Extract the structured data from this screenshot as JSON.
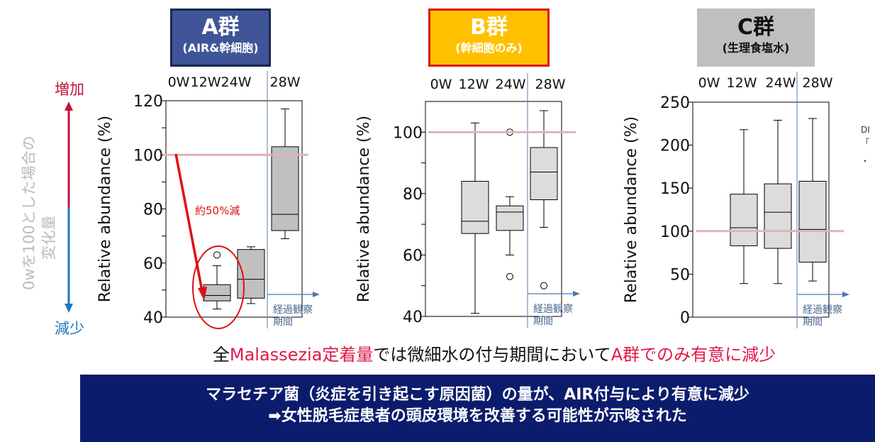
{
  "groups": [
    {
      "title": "A群",
      "subtitle": "(AIR&幹細胞)",
      "fill": "#3f5597",
      "border": "#1b2551",
      "text": "#ffffff"
    },
    {
      "title": "B群",
      "subtitle": "(幹細胞のみ)",
      "fill": "#ffc000",
      "border": "#e01010",
      "text": "#ffffff"
    },
    {
      "title": "C群",
      "subtitle": "(生理食塩水)",
      "fill": "#bfbfbf",
      "border": "#bfbfbf",
      "text": "#111111"
    }
  ],
  "side": {
    "increase": "増加",
    "decrease": "減少",
    "note_line1": "0wを100とした場合の",
    "note_line2": "変化量",
    "increase_color": "#c0143c",
    "decrease_color": "#1f77c0"
  },
  "annotation": {
    "label": "約50%減",
    "color": "#e01010"
  },
  "period_label_line1": "経過観察",
  "period_label_line2": "期間",
  "cut_text": [
    "DI",
    "「",
    "・"
  ],
  "caption": {
    "pre": "全",
    "hl1": "Malassezia定着量",
    "mid": "では微細水の付与期間において",
    "hl2": "A群でのみ有意に減少"
  },
  "banner": {
    "line1": "マラセチア菌（炎症を引き起こす原因菌）の量が、AIR付与により有意に減少",
    "line2": "➡女性脱毛症患者の頭皮環境を改善する可能性が示唆された"
  },
  "chart_data": [
    {
      "type": "box",
      "group": "A群",
      "categories": [
        "0W",
        "12W",
        "24W",
        "28W"
      ],
      "ylabel": "Relative abundance (%)",
      "ylim": [
        40,
        120
      ],
      "yticks": [
        40,
        60,
        80,
        100,
        120
      ],
      "reference_line": 100,
      "boxes": [
        {
          "category": "12W",
          "min": 43,
          "q1": 46,
          "median": 48,
          "q3": 52,
          "max": 59,
          "outliers": [
            63
          ]
        },
        {
          "category": "24W",
          "min": 45,
          "q1": 47,
          "median": 54,
          "q3": 65,
          "max": 66,
          "outliers": []
        },
        {
          "category": "28W",
          "min": 69,
          "q1": 72,
          "median": 78,
          "q3": 103,
          "max": 117,
          "outliers": []
        }
      ]
    },
    {
      "type": "box",
      "group": "B群",
      "categories": [
        "0W",
        "12W",
        "24W",
        "28W"
      ],
      "ylabel": "Relative abundance (%)",
      "ylim": [
        40,
        110
      ],
      "yticks": [
        40,
        60,
        80,
        100
      ],
      "reference_line": 100,
      "boxes": [
        {
          "category": "12W",
          "min": 41,
          "q1": 67,
          "median": 71,
          "q3": 84,
          "max": 103,
          "outliers": []
        },
        {
          "category": "24W",
          "min": 60,
          "q1": 68,
          "median": 74,
          "q3": 76,
          "max": 79,
          "outliers": [
            53,
            100
          ]
        },
        {
          "category": "28W",
          "min": 69,
          "q1": 78,
          "median": 87,
          "q3": 95,
          "max": 107,
          "outliers": [
            50
          ]
        }
      ]
    },
    {
      "type": "box",
      "group": "C群",
      "categories": [
        "0W",
        "12W",
        "24W",
        "28W"
      ],
      "ylabel": "Relative abundance (%)",
      "ylim": [
        0,
        250
      ],
      "yticks": [
        0,
        50,
        100,
        150,
        200,
        250
      ],
      "reference_line": 100,
      "boxes": [
        {
          "category": "12W",
          "min": 39,
          "q1": 83,
          "median": 104,
          "q3": 143,
          "max": 218,
          "outliers": []
        },
        {
          "category": "24W",
          "min": 39,
          "q1": 80,
          "median": 122,
          "q3": 155,
          "max": 229,
          "outliers": []
        },
        {
          "category": "28W",
          "min": 42,
          "q1": 64,
          "median": 102,
          "q3": 158,
          "max": 231,
          "outliers": []
        }
      ]
    }
  ]
}
